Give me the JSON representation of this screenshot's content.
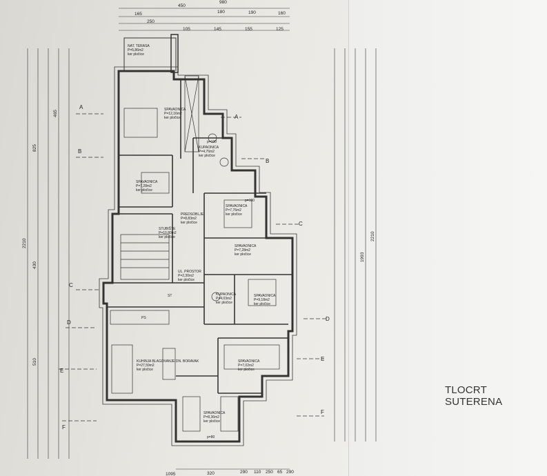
{
  "title": "TLOCRT SUTERENA",
  "rooms": [
    {
      "name": "NAT. TERASA",
      "area": "P=5,86m2",
      "finish": "ker pločice"
    },
    {
      "name": "SPAVAONICA",
      "area": "P=12,16m2",
      "finish": "ker pločice"
    },
    {
      "name": "KUPAONICA",
      "area": "P=4,76m2",
      "finish": "ker pločice"
    },
    {
      "name": "SPAVAONICA",
      "area": "P=7,28m2",
      "finish": "ker pločice"
    },
    {
      "name": "SPAVAONICA",
      "area": "P=7,76m2",
      "finish": "ker pločice"
    },
    {
      "name": "PREDSOBLJE",
      "area": "P=8,83m2",
      "finish": "ker pločice"
    },
    {
      "name": "STUBIŠTE",
      "area": "P=10,80m2",
      "finish": "ker pločice"
    },
    {
      "name": "SPAVAONICA",
      "area": "P=7,28m2",
      "finish": "ker pločice"
    },
    {
      "name": "UL. PROSTOR",
      "area": "P=2,30m2",
      "finish": "ker pločice"
    },
    {
      "name": "KUPAONICA",
      "area": "P=4,03m2",
      "finish": "ker pločice"
    },
    {
      "name": "SPAVAONICA",
      "area": "P=9,18m2",
      "finish": "ker pločice"
    },
    {
      "name": "KUHINJA BLAGOVANJE DN. BORAVAK",
      "area": "P=27,59m2",
      "finish": "ker pločice"
    },
    {
      "name": "SPAVAONICA",
      "area": "P=7,02m2",
      "finish": "ker pločice"
    },
    {
      "name": "SPAVAONICA",
      "area": "P=8,36m2",
      "finish": "ker pločice"
    }
  ],
  "top_dimensions": [
    "450",
    "980",
    "165",
    "180",
    "190",
    "160",
    "250",
    "105",
    "145",
    "155",
    "125"
  ],
  "left_dimensions": [
    "2210",
    "825",
    "465",
    "430",
    "510"
  ],
  "right_dimensions": [
    "2210",
    "1993"
  ],
  "bottom_dimensions": [
    "1095",
    "320",
    "290",
    "110",
    "250",
    "65",
    "290"
  ],
  "section_marks": [
    "A",
    "B",
    "C",
    "D",
    "E",
    "F"
  ],
  "misc_labels": [
    "PS",
    "ST",
    "p=100",
    "p=130",
    "p=80"
  ]
}
